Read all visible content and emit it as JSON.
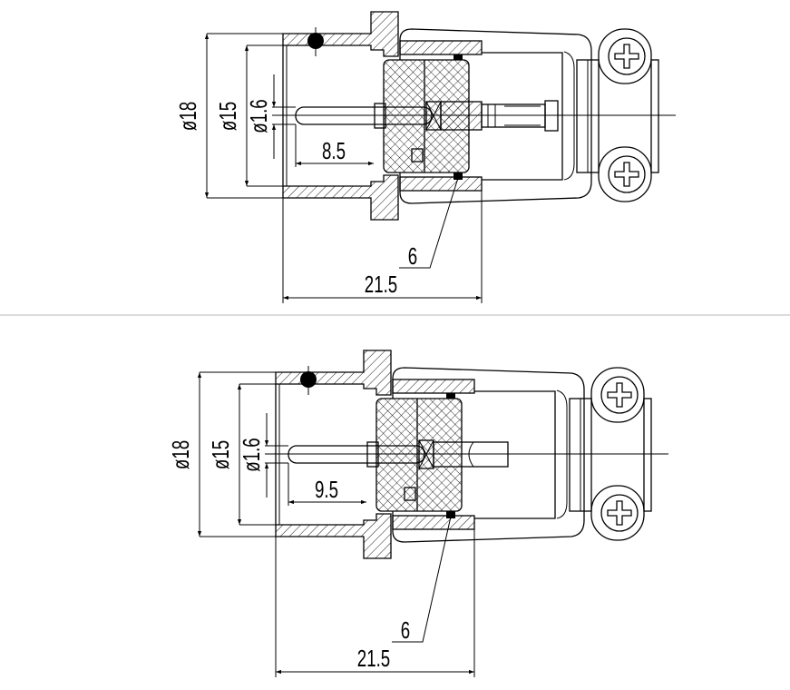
{
  "drawings": [
    {
      "name": "top-view",
      "dims": {
        "d_outer": "ø18",
        "d_bore": "ø15",
        "d_pin": "ø1.6",
        "pin_depth": "8.5",
        "length": "21.5",
        "leader": "6"
      }
    },
    {
      "name": "bottom-view",
      "dims": {
        "d_outer": "ø18",
        "d_bore": "ø15",
        "d_pin": "ø1.6",
        "pin_depth": "9.5",
        "length": "21.5",
        "leader": "6"
      }
    }
  ],
  "colors": {
    "line": "#000000",
    "separator": "#d0d0d0",
    "background": "#ffffff"
  }
}
